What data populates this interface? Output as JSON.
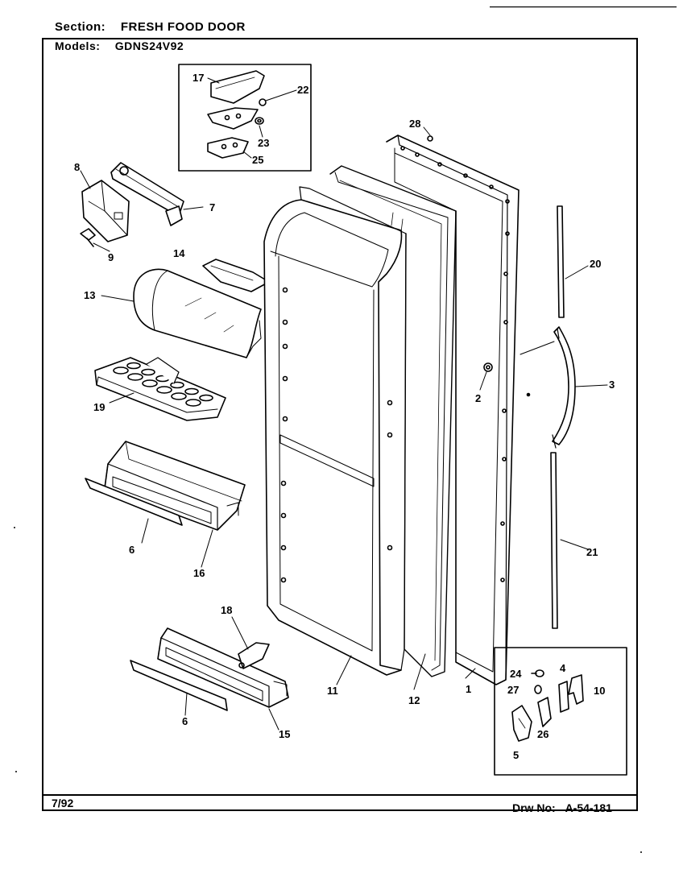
{
  "header": {
    "section_label": "Section:",
    "section_value": "FRESH FOOD DOOR",
    "models_label": "Models:",
    "models_value": "GDNS24V92"
  },
  "footer": {
    "date": "7/92",
    "drawing_label": "Drw No:",
    "drawing_number": "A-54-181"
  },
  "callouts": {
    "c1": "1",
    "c2": "2",
    "c3": "3",
    "c4": "4",
    "c5": "5",
    "c6a": "6",
    "c6b": "6",
    "c7": "7",
    "c8": "8",
    "c9": "9",
    "c10": "10",
    "c11": "11",
    "c12": "12",
    "c13": "13",
    "c14": "14",
    "c15": "15",
    "c16": "16",
    "c17": "17",
    "c18": "18",
    "c19": "19",
    "c20": "20",
    "c21": "21",
    "c22": "22",
    "c23": "23",
    "c25": "25",
    "c24": "24",
    "c26": "26",
    "c27": "27",
    "c28": "28"
  }
}
